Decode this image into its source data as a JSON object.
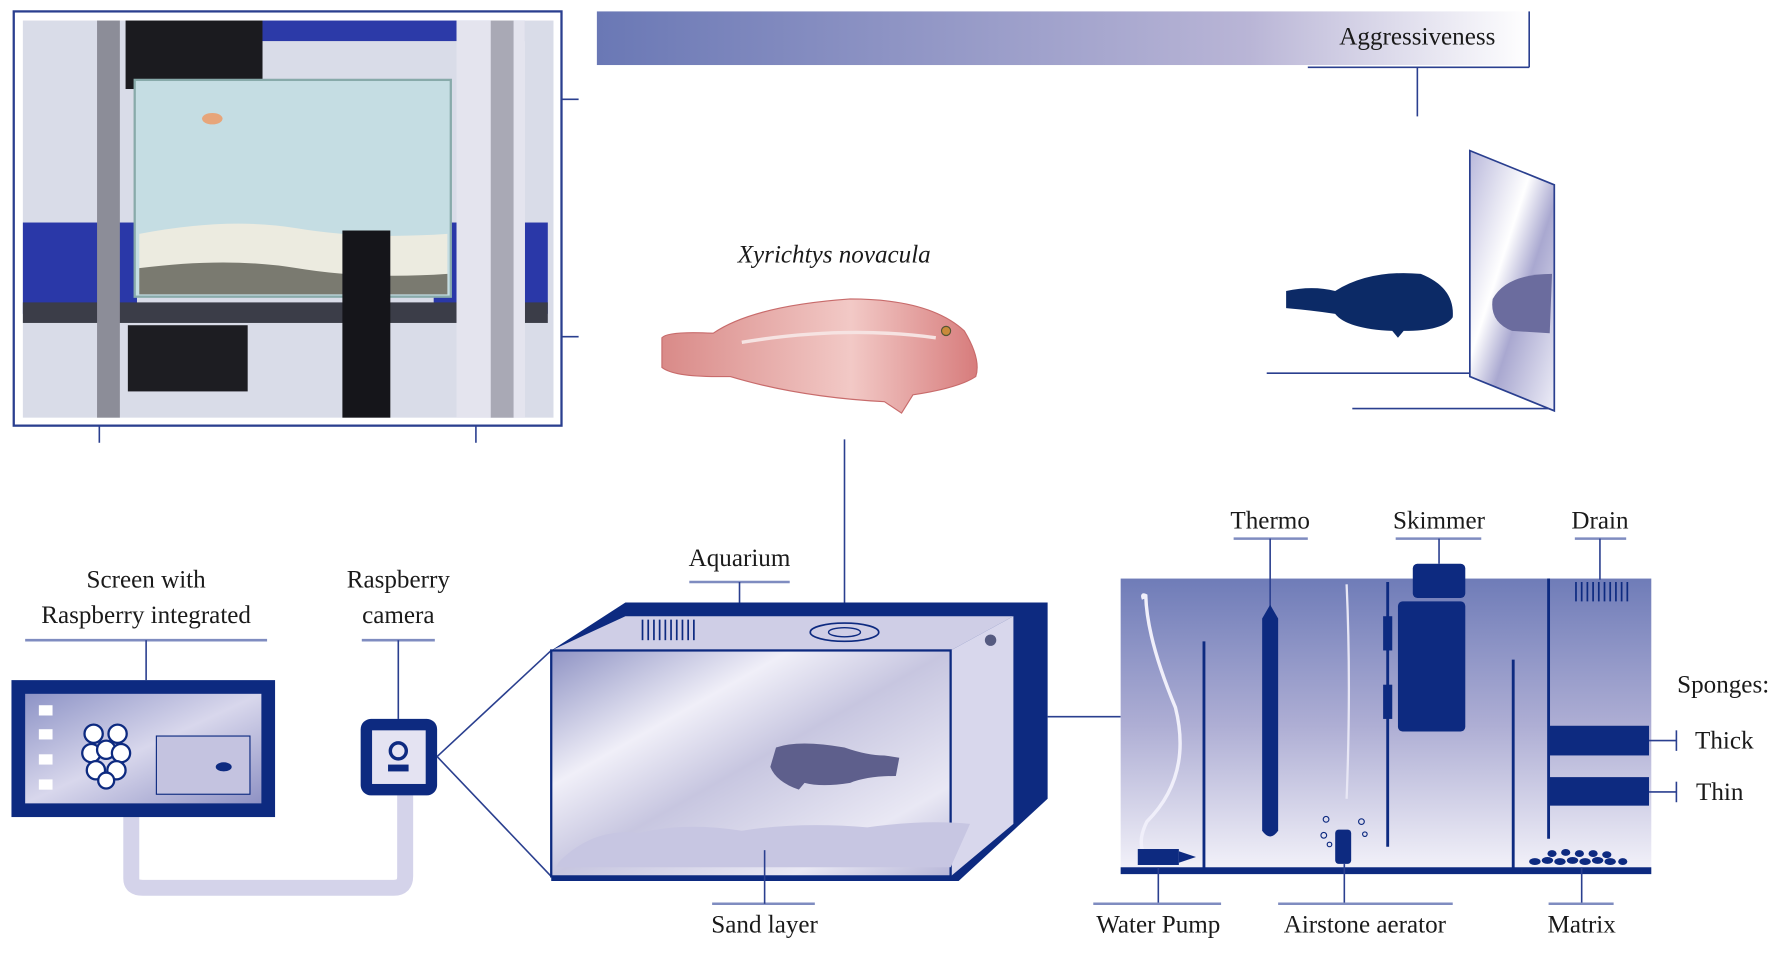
{
  "top": {
    "gradient_label": "Aggressiveness",
    "species": "Xyrichtys novacula"
  },
  "setup": {
    "screen_label_line1": "Screen with",
    "screen_label_line2": "Raspberry integrated",
    "camera_label_line1": "Raspberry",
    "camera_label_line2": "camera",
    "aquarium": "Aquarium",
    "sand_layer": "Sand layer"
  },
  "sump": {
    "thermo": "Thermo",
    "skimmer": "Skimmer",
    "drain": "Drain",
    "sponges": "Sponges:",
    "thick": "Thick",
    "thin": "Thin",
    "water_pump": "Water Pump",
    "airstone": "Airstone aerator",
    "matrix": "Matrix"
  },
  "colors": {
    "navy": "#0d2a80",
    "gradient_start": "#6a78b5",
    "fish": "#d77c7c"
  }
}
